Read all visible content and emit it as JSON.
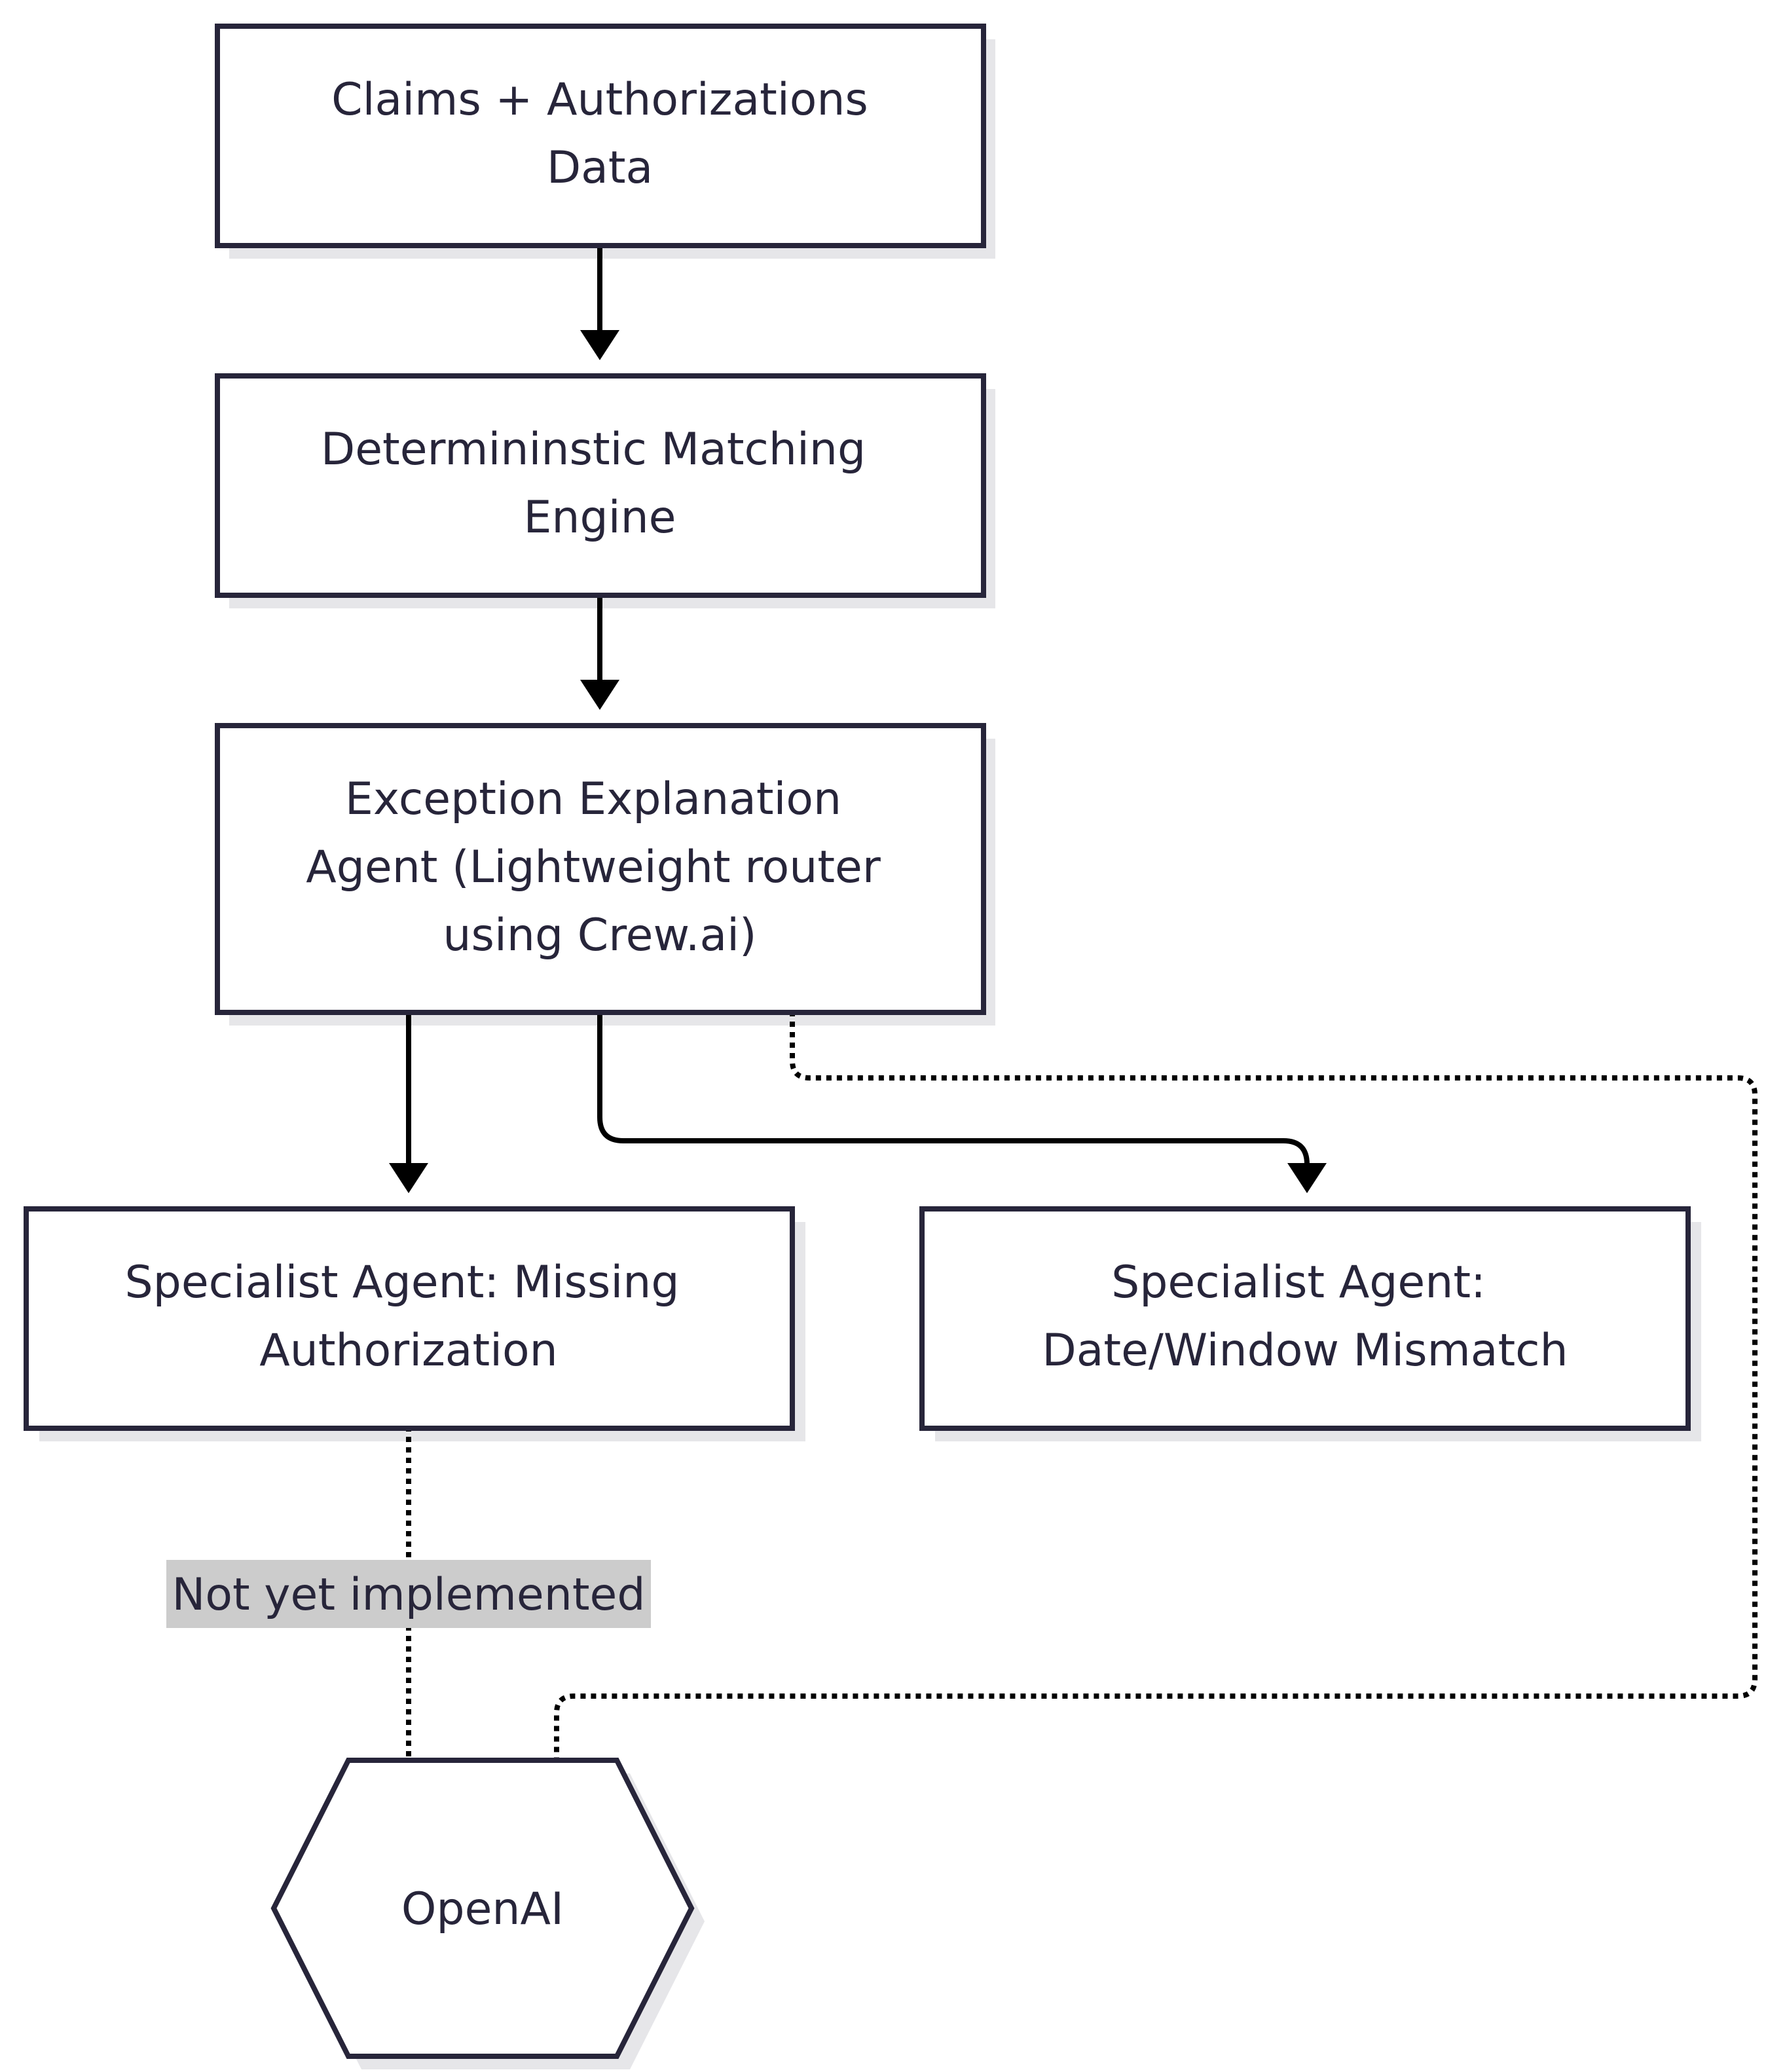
{
  "nodes": {
    "claims_data": {
      "lines": [
        "Claims + Authorizations",
        "Data"
      ]
    },
    "matching_engine": {
      "lines": [
        "Determininstic Matching",
        "Engine"
      ]
    },
    "exception_agent": {
      "lines": [
        "Exception Explanation",
        "Agent (Lightweight router",
        "using Crew.ai)"
      ]
    },
    "missing_auth_agent": {
      "lines": [
        "Specialist Agent: Missing",
        "Authorization"
      ]
    },
    "date_window_agent": {
      "lines": [
        "Specialist Agent:",
        "Date/Window Mismatch"
      ]
    },
    "openai": {
      "lines": [
        "OpenAI"
      ]
    }
  },
  "edges": [
    {
      "from": "claims_data",
      "to": "matching_engine",
      "style": "solid"
    },
    {
      "from": "matching_engine",
      "to": "exception_agent",
      "style": "solid"
    },
    {
      "from": "exception_agent",
      "to": "missing_auth_agent",
      "style": "solid"
    },
    {
      "from": "exception_agent",
      "to": "date_window_agent",
      "style": "solid"
    },
    {
      "from": "missing_auth_agent",
      "to": "openai",
      "style": "dotted",
      "label": "Not yet implemented"
    },
    {
      "from": "exception_agent",
      "to": "openai",
      "style": "dotted"
    }
  ],
  "colors": {
    "node_border": "#27253a",
    "node_fill": "#ffffff",
    "node_shadow": "#e6e6e9",
    "edge": "#000000",
    "label_background": "#cccccc"
  }
}
